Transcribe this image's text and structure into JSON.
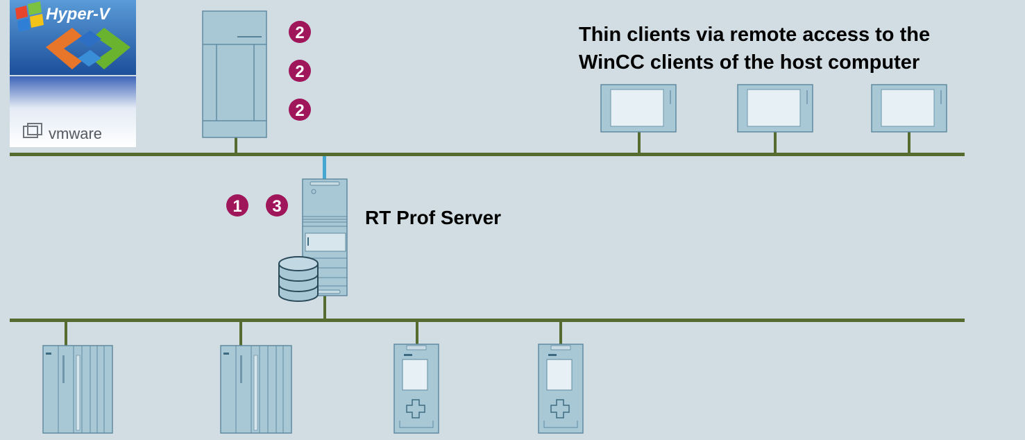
{
  "labels": {
    "thin_clients_line1": "Thin clients via remote access to the",
    "thin_clients_line2": "WinCC clients of the host computer",
    "server": "RT Prof Server"
  },
  "badges": {
    "vm_1": "2",
    "vm_2": "2",
    "vm_3": "2",
    "server_1": "1",
    "server_3": "3"
  },
  "logos": {
    "hyperv": "Hyper-V",
    "vmware": "vmware"
  },
  "colors": {
    "background": "#d2dde3",
    "network_line": "#556b2f",
    "server_link": "#44a7cf",
    "badge": "#a0165a",
    "device_fill": "#a9c8d6",
    "device_stroke": "#5f8aa0"
  }
}
